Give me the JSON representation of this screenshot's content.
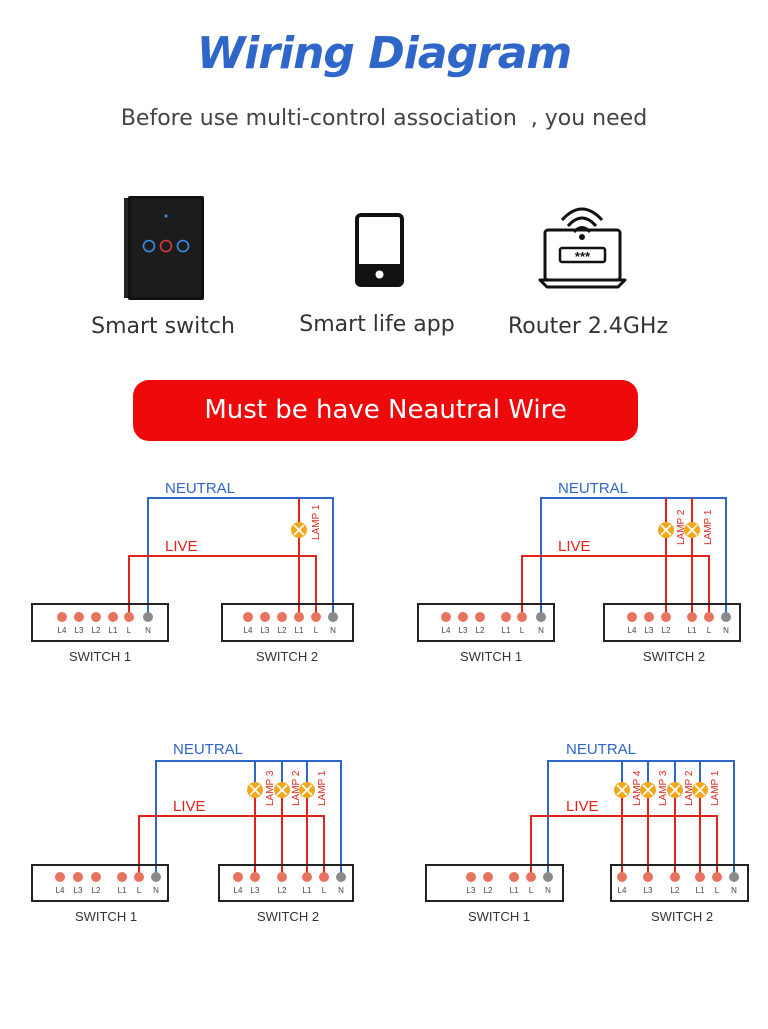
{
  "title": "Wiring Diagram",
  "subtitle": "Before use multi-control association  , you need",
  "requirements": [
    {
      "label": "Smart switch",
      "icon": "smart-switch-icon"
    },
    {
      "label": "Smart life app",
      "icon": "phone-icon"
    },
    {
      "label": "Router 2.4GHz",
      "icon": "router-icon"
    }
  ],
  "banner": "Must be have Neautral Wire",
  "colors": {
    "neutral": "#2f66c9",
    "live": "#e0231b",
    "terminal": "#e8735e",
    "neutral_terminal": "#8a8a8a",
    "lamp": "#f2a81c",
    "banner": "#ee0a0a"
  },
  "wire_labels": {
    "neutral": "NEUTRAL",
    "live": "LIVE"
  },
  "diagrams": [
    {
      "name": "one-gang",
      "switches": [
        {
          "label": "SWITCH 1",
          "terminals": [
            "L4",
            "L3",
            "L2",
            "L1",
            "L",
            "N"
          ]
        },
        {
          "label": "SWITCH 2",
          "terminals": [
            "L4",
            "L3",
            "L2",
            "L1",
            "L",
            "N"
          ]
        }
      ],
      "lamps": [
        "LAMP 1"
      ]
    },
    {
      "name": "two-gang",
      "switches": [
        {
          "label": "SWITCH 1",
          "terminals": [
            "L4",
            "L3",
            "L2",
            "L1",
            "L",
            "N"
          ]
        },
        {
          "label": "SWITCH 2",
          "terminals": [
            "L4",
            "L3",
            "L2",
            "L1",
            "L",
            "N"
          ]
        }
      ],
      "lamps": [
        "LAMP 2",
        "LAMP 1"
      ]
    },
    {
      "name": "three-gang",
      "switches": [
        {
          "label": "SWITCH 1",
          "terminals": [
            "L4",
            "L3",
            "L2",
            "L1",
            "L",
            "N"
          ]
        },
        {
          "label": "SWITCH 2",
          "terminals": [
            "L4",
            "L3",
            "L2",
            "L1",
            "L",
            "N"
          ]
        }
      ],
      "lamps": [
        "LAMP 3",
        "LAMP 2",
        "LAMP 1"
      ]
    },
    {
      "name": "four-gang",
      "switches": [
        {
          "label": "SWITCH 1",
          "terminals": [
            "L3",
            "L2",
            "L1",
            "L",
            "N"
          ]
        },
        {
          "label": "SWITCH 2",
          "terminals": [
            "L4",
            "L3",
            "L2",
            "L1",
            "L",
            "N"
          ]
        }
      ],
      "lamps": [
        "LAMP 4",
        "LAMP 3",
        "LAMP 2",
        "LAMP 1"
      ]
    }
  ]
}
